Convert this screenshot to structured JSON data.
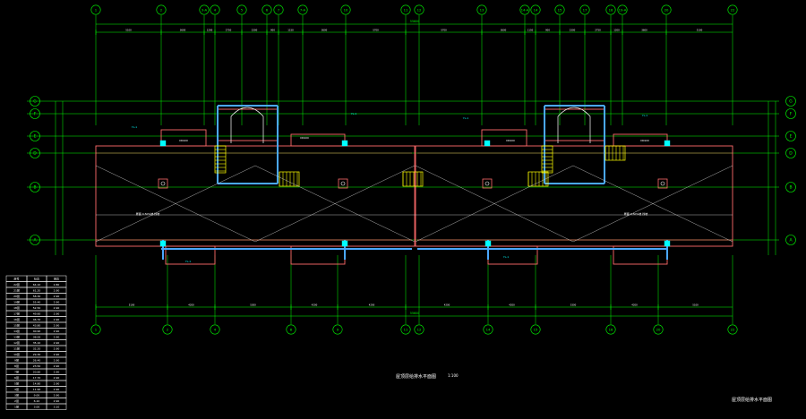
{
  "grid": {
    "top_axes": [
      "1",
      "2",
      "3-A",
      "4",
      "5",
      "6",
      "7",
      "7-A",
      "10",
      "11",
      "12",
      "13",
      "14-A",
      "14",
      "15",
      "17",
      "18",
      "19-A",
      "20",
      "22"
    ],
    "bottom_axes": [
      "1",
      "2",
      "4",
      "8",
      "9",
      "11",
      "12",
      "14",
      "15",
      "18",
      "20",
      "22"
    ],
    "left_axes": [
      "G",
      "F",
      "E",
      "D",
      "B",
      "A"
    ],
    "right_axes": [
      "G",
      "F",
      "E",
      "D",
      "B",
      "A"
    ]
  },
  "dimensions": {
    "top_total": "55600",
    "bottom_total": "55600",
    "top_segments": [
      "5100",
      "3600",
      "1200",
      "2750",
      "2300",
      "900",
      "1150",
      "3600",
      "5700",
      "5700",
      "3600",
      "1150",
      "900",
      "2300",
      "2750",
      "1200",
      "3600",
      "5100"
    ],
    "bottom_segments": [
      "5100",
      "4200",
      "5300",
      "4200",
      "4200",
      "4200",
      "4200",
      "5300",
      "4200",
      "5100"
    ]
  },
  "schedule": {
    "header": [
      "层号",
      "标高",
      "层高"
    ],
    "rows": [
      [
        "22层",
        "64.10",
        "2.80"
      ],
      [
        "21层",
        "61.20",
        "2.90"
      ],
      [
        "20层",
        "58.30",
        "2.90"
      ],
      [
        "19层",
        "55.40",
        "2.90"
      ],
      [
        "18层",
        "52.50",
        "2.90"
      ],
      [
        "17层",
        "49.60",
        "2.90"
      ],
      [
        "16层",
        "46.70",
        "2.90"
      ],
      [
        "15层",
        "43.80",
        "2.90"
      ],
      [
        "14层",
        "40.90",
        "2.90"
      ],
      [
        "13层",
        "38.00",
        "2.90"
      ],
      [
        "12层",
        "35.10",
        "2.90"
      ],
      [
        "11层",
        "32.20",
        "2.90"
      ],
      [
        "10层",
        "29.30",
        "2.90"
      ],
      [
        "9层",
        "26.40",
        "2.90"
      ],
      [
        "8层",
        "23.50",
        "2.90"
      ],
      [
        "7层",
        "20.60",
        "2.90"
      ],
      [
        "6层",
        "17.70",
        "2.90"
      ],
      [
        "5层",
        "14.80",
        "2.90"
      ],
      [
        "4层",
        "11.90",
        "2.90"
      ],
      [
        "3层",
        "9.00",
        "2.90"
      ],
      [
        "2层",
        "6.10",
        "2.90"
      ],
      [
        "1层",
        "3.00",
        "3.10"
      ]
    ]
  },
  "labels": {
    "plan_title": "屋顶层给排水平面图",
    "plan_scale": "1:100",
    "drawing_name": "屋顶层给排水平面图",
    "roof_note_left": "屋面 0.50%坡 找坡",
    "roof_note_right": "屋面 0.50%坡 找坡",
    "downpipe": "YL-1",
    "floor_drain": "DN100"
  },
  "colors": {
    "grid": "#00ff00",
    "wall": "#ff6b6b",
    "pipe": "#4aa8ff",
    "stair": "#ffff00",
    "text": "#ffffff",
    "accent": "#00ffff",
    "background": "#000000"
  }
}
